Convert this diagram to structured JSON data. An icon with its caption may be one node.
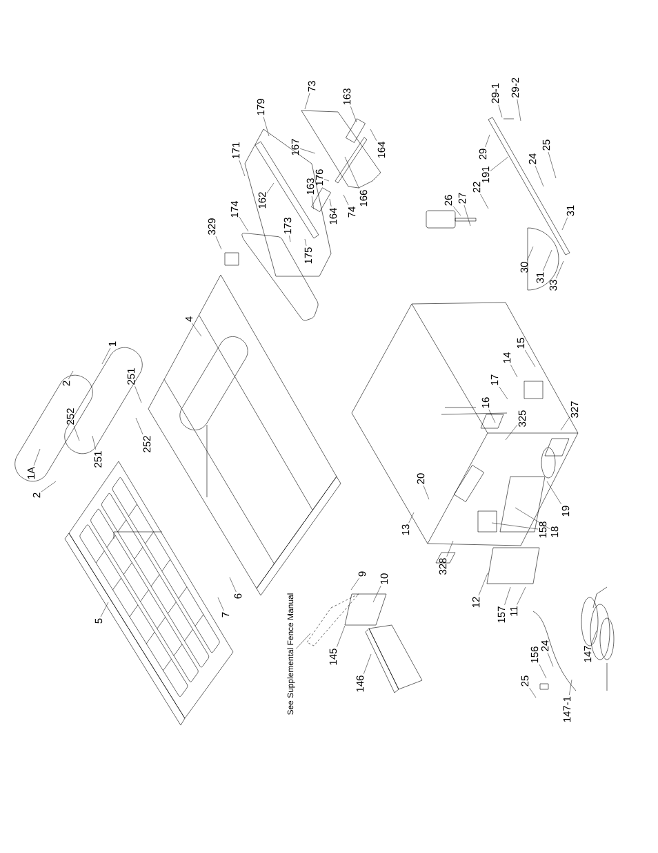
{
  "diagram": {
    "nodes": [
      {
        "text": [
          "1A"
        ]
      },
      {
        "text": [
          "2"
        ]
      },
      {
        "text": [
          "252"
        ]
      },
      {
        "text": [
          "251"
        ]
      },
      {
        "text": [
          "2"
        ]
      },
      {
        "text": [
          "1"
        ]
      },
      {
        "text": [
          "251"
        ]
      },
      {
        "text": [
          "252"
        ]
      },
      {
        "text": [
          "5"
        ]
      },
      {
        "text": [
          "4"
        ]
      },
      {
        "text": [
          "7"
        ]
      },
      {
        "text": [
          "6"
        ]
      },
      {
        "text": [
          "329"
        ]
      },
      {
        "text": [
          "174"
        ]
      },
      {
        "text": [
          "171"
        ]
      },
      {
        "text": [
          "179"
        ]
      },
      {
        "text": [
          "162"
        ]
      },
      {
        "text": [
          "173"
        ]
      },
      {
        "text": [
          "167"
        ]
      },
      {
        "text": [
          "175"
        ]
      },
      {
        "text": [
          "163"
        ]
      },
      {
        "text": [
          "176"
        ]
      },
      {
        "text": [
          "73"
        ]
      },
      {
        "text": [
          "164"
        ]
      },
      {
        "text": [
          "163"
        ]
      },
      {
        "text": [
          "74"
        ]
      },
      {
        "text": [
          "166"
        ]
      },
      {
        "text": [
          "164"
        ]
      },
      {
        "text": [
          "See Supplemental Fence Manual"
        ]
      },
      {
        "text": [
          "145"
        ]
      },
      {
        "text": [
          "9"
        ]
      },
      {
        "text": [
          "146"
        ]
      },
      {
        "text": [
          "10"
        ]
      },
      {
        "text": [
          "26"
        ]
      },
      {
        "text": [
          "27"
        ]
      },
      {
        "text": [
          "22"
        ]
      },
      {
        "text": [
          "191"
        ]
      },
      {
        "text": [
          "29"
        ]
      },
      {
        "text": [
          "29-1"
        ]
      },
      {
        "text": [
          "29-2"
        ]
      },
      {
        "text": [
          "24"
        ]
      },
      {
        "text": [
          "25"
        ]
      },
      {
        "text": [
          "30"
        ]
      },
      {
        "text": [
          "31"
        ]
      },
      {
        "text": [
          "33"
        ]
      },
      {
        "text": [
          "31"
        ]
      },
      {
        "text": [
          "13"
        ]
      },
      {
        "text": [
          "20"
        ]
      },
      {
        "text": [
          "328"
        ]
      },
      {
        "text": [
          "12"
        ]
      },
      {
        "text": [
          "157"
        ]
      },
      {
        "text": [
          "11"
        ]
      },
      {
        "text": [
          "16"
        ]
      },
      {
        "text": [
          "17"
        ]
      },
      {
        "text": [
          "14"
        ]
      },
      {
        "text": [
          "15"
        ]
      },
      {
        "text": [
          "325"
        ]
      },
      {
        "text": [
          "158"
        ]
      },
      {
        "text": [
          "18"
        ]
      },
      {
        "text": [
          "19"
        ]
      },
      {
        "text": [
          "327"
        ]
      },
      {
        "text": [
          "156"
        ]
      },
      {
        "text": [
          "24"
        ]
      },
      {
        "text": [
          "25"
        ]
      },
      {
        "text": [
          "147"
        ]
      },
      {
        "text": [
          "147-1"
        ]
      }
    ],
    "edges": [
      {
        "from": 0,
        "to": null,
        "arrow": "none"
      },
      {
        "from": 1,
        "to": null,
        "arrow": "none"
      },
      {
        "from": 2,
        "to": null,
        "arrow": "none"
      },
      {
        "from": 3,
        "to": null,
        "arrow": "none"
      },
      {
        "from": 4,
        "to": null,
        "arrow": "none"
      },
      {
        "from": 5,
        "to": null,
        "arrow": "none"
      },
      {
        "from": 6,
        "to": null,
        "arrow": "none"
      },
      {
        "from": 7,
        "to": null,
        "arrow": "none"
      },
      {
        "from": 8,
        "to": null,
        "arrow": "none"
      },
      {
        "from": 9,
        "to": null,
        "arrow": "none"
      },
      {
        "from": 10,
        "to": null,
        "arrow": "none"
      },
      {
        "from": 11,
        "to": null,
        "arrow": "none"
      },
      {
        "from": 12,
        "to": null,
        "arrow": "none"
      },
      {
        "from": 13,
        "to": null,
        "arrow": "none"
      },
      {
        "from": 14,
        "to": null,
        "arrow": "none"
      },
      {
        "from": 15,
        "to": null,
        "arrow": "none"
      },
      {
        "from": 16,
        "to": null,
        "arrow": "none"
      },
      {
        "from": 17,
        "to": null,
        "arrow": "none"
      },
      {
        "from": 18,
        "to": null,
        "arrow": "none"
      },
      {
        "from": 19,
        "to": null,
        "arrow": "none"
      },
      {
        "from": 20,
        "to": null,
        "arrow": "none"
      },
      {
        "from": 21,
        "to": null,
        "arrow": "none"
      },
      {
        "from": 22,
        "to": null,
        "arrow": "none"
      },
      {
        "from": 23,
        "to": null,
        "arrow": "none"
      },
      {
        "from": 24,
        "to": null,
        "arrow": "none"
      },
      {
        "from": 25,
        "to": null,
        "arrow": "none"
      },
      {
        "from": 26,
        "to": null,
        "arrow": "none"
      },
      {
        "from": 27,
        "to": null,
        "arrow": "none"
      },
      {
        "from": 28,
        "to": null,
        "arrow": "none"
      },
      {
        "from": 29,
        "to": null,
        "arrow": "none"
      },
      {
        "from": 30,
        "to": null,
        "arrow": "none"
      },
      {
        "from": 31,
        "to": null,
        "arrow": "none"
      },
      {
        "from": 32,
        "to": null,
        "arrow": "none"
      },
      {
        "from": 33,
        "to": null,
        "arrow": "none"
      },
      {
        "from": 34,
        "to": null,
        "arrow": "none"
      },
      {
        "from": 35,
        "to": null,
        "arrow": "none"
      },
      {
        "from": 36,
        "to": null,
        "arrow": "none"
      },
      {
        "from": 37,
        "to": null,
        "arrow": "none"
      },
      {
        "from": 38,
        "to": null,
        "arrow": "none"
      },
      {
        "from": 39,
        "to": null,
        "arrow": "none"
      },
      {
        "from": 40,
        "to": null,
        "arrow": "none"
      },
      {
        "from": 41,
        "to": null,
        "arrow": "none"
      },
      {
        "from": 42,
        "to": null,
        "arrow": "none"
      },
      {
        "from": 43,
        "to": null,
        "arrow": "none"
      },
      {
        "from": 44,
        "to": null,
        "arrow": "none"
      },
      {
        "from": 45,
        "to": null,
        "arrow": "none"
      },
      {
        "from": 46,
        "to": null,
        "arrow": "none"
      },
      {
        "from": 47,
        "to": null,
        "arrow": "none"
      },
      {
        "from": 48,
        "to": null,
        "arrow": "none"
      },
      {
        "from": 49,
        "to": null,
        "arrow": "none"
      },
      {
        "from": 50,
        "to": null,
        "arrow": "none"
      },
      {
        "from": 51,
        "to": null,
        "arrow": "none"
      },
      {
        "from": 52,
        "to": null,
        "arrow": "none"
      },
      {
        "from": 53,
        "to": null,
        "arrow": "none"
      },
      {
        "from": 54,
        "to": null,
        "arrow": "none"
      },
      {
        "from": 55,
        "to": null,
        "arrow": "none"
      },
      {
        "from": 56,
        "to": null,
        "arrow": "none"
      },
      {
        "from": 57,
        "to": null,
        "arrow": "none"
      },
      {
        "from": 58,
        "to": null,
        "arrow": "none"
      },
      {
        "from": 59,
        "to": null,
        "arrow": "none"
      },
      {
        "from": 60,
        "to": null,
        "arrow": "none"
      },
      {
        "from": 61,
        "to": null,
        "arrow": "none"
      },
      {
        "from": 62,
        "to": null,
        "arrow": "none"
      },
      {
        "from": 63,
        "to": null,
        "arrow": "none"
      },
      {
        "from": 64,
        "to": null,
        "arrow": "none"
      },
      {
        "from": 65,
        "to": null,
        "arrow": "none"
      }
    ]
  }
}
